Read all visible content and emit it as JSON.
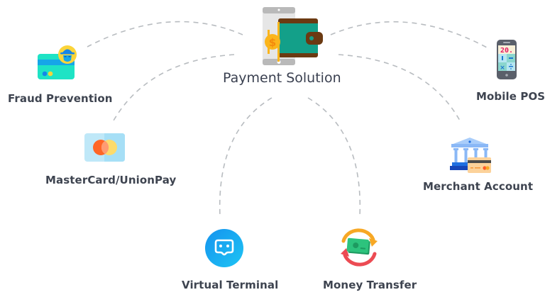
{
  "diagram": {
    "center": {
      "label": "Payment Solution",
      "icon": "wallet-phone-icon"
    },
    "nodes": [
      {
        "id": "fraud-prevention",
        "label": "Fraud Prevention",
        "icon": "card-spy-icon"
      },
      {
        "id": "mastercard-unionpay",
        "label": "MasterCard/UnionPay",
        "icon": "mastercard-icon"
      },
      {
        "id": "virtual-terminal",
        "label": "Virtual Terminal",
        "icon": "vr-headset-icon"
      },
      {
        "id": "money-transfer",
        "label": "Money Transfer",
        "icon": "money-exchange-icon"
      },
      {
        "id": "merchant-account",
        "label": "Merchant Account",
        "icon": "bank-card-icon"
      },
      {
        "id": "mobile-pos",
        "label": "Mobile POS",
        "icon": "calculator-phone-icon"
      }
    ],
    "mobile_pos_display": "20.",
    "colors": {
      "text": "#3e4450",
      "dash": "#b5b9bd",
      "wallet_green": "#13a089",
      "wallet_brown": "#6b3a12",
      "coin": "#fbb51b",
      "teal_card": "#1ee3c5",
      "blue_stripe": "#16a6e8",
      "vr_blue": "#1aa8f0",
      "money_green": "#27c07b",
      "arrow_orange": "#f7a825",
      "arrow_red": "#ec4b53"
    }
  }
}
